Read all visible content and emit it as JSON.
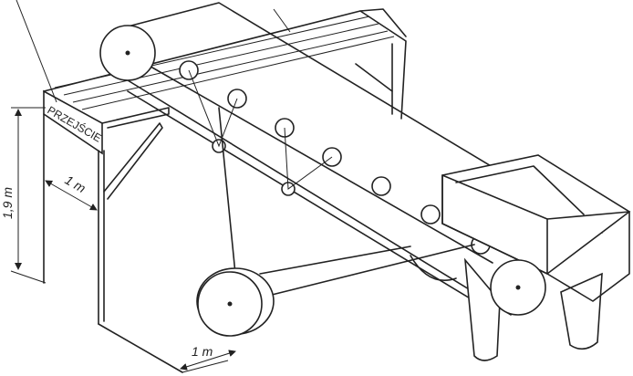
{
  "diagram": {
    "walkway_sign": "PRZEJŚCIE",
    "height_dimension": "1,9 m",
    "walkway_width_dimension": "1 m",
    "ground_clearance_dimension": "1 m"
  }
}
